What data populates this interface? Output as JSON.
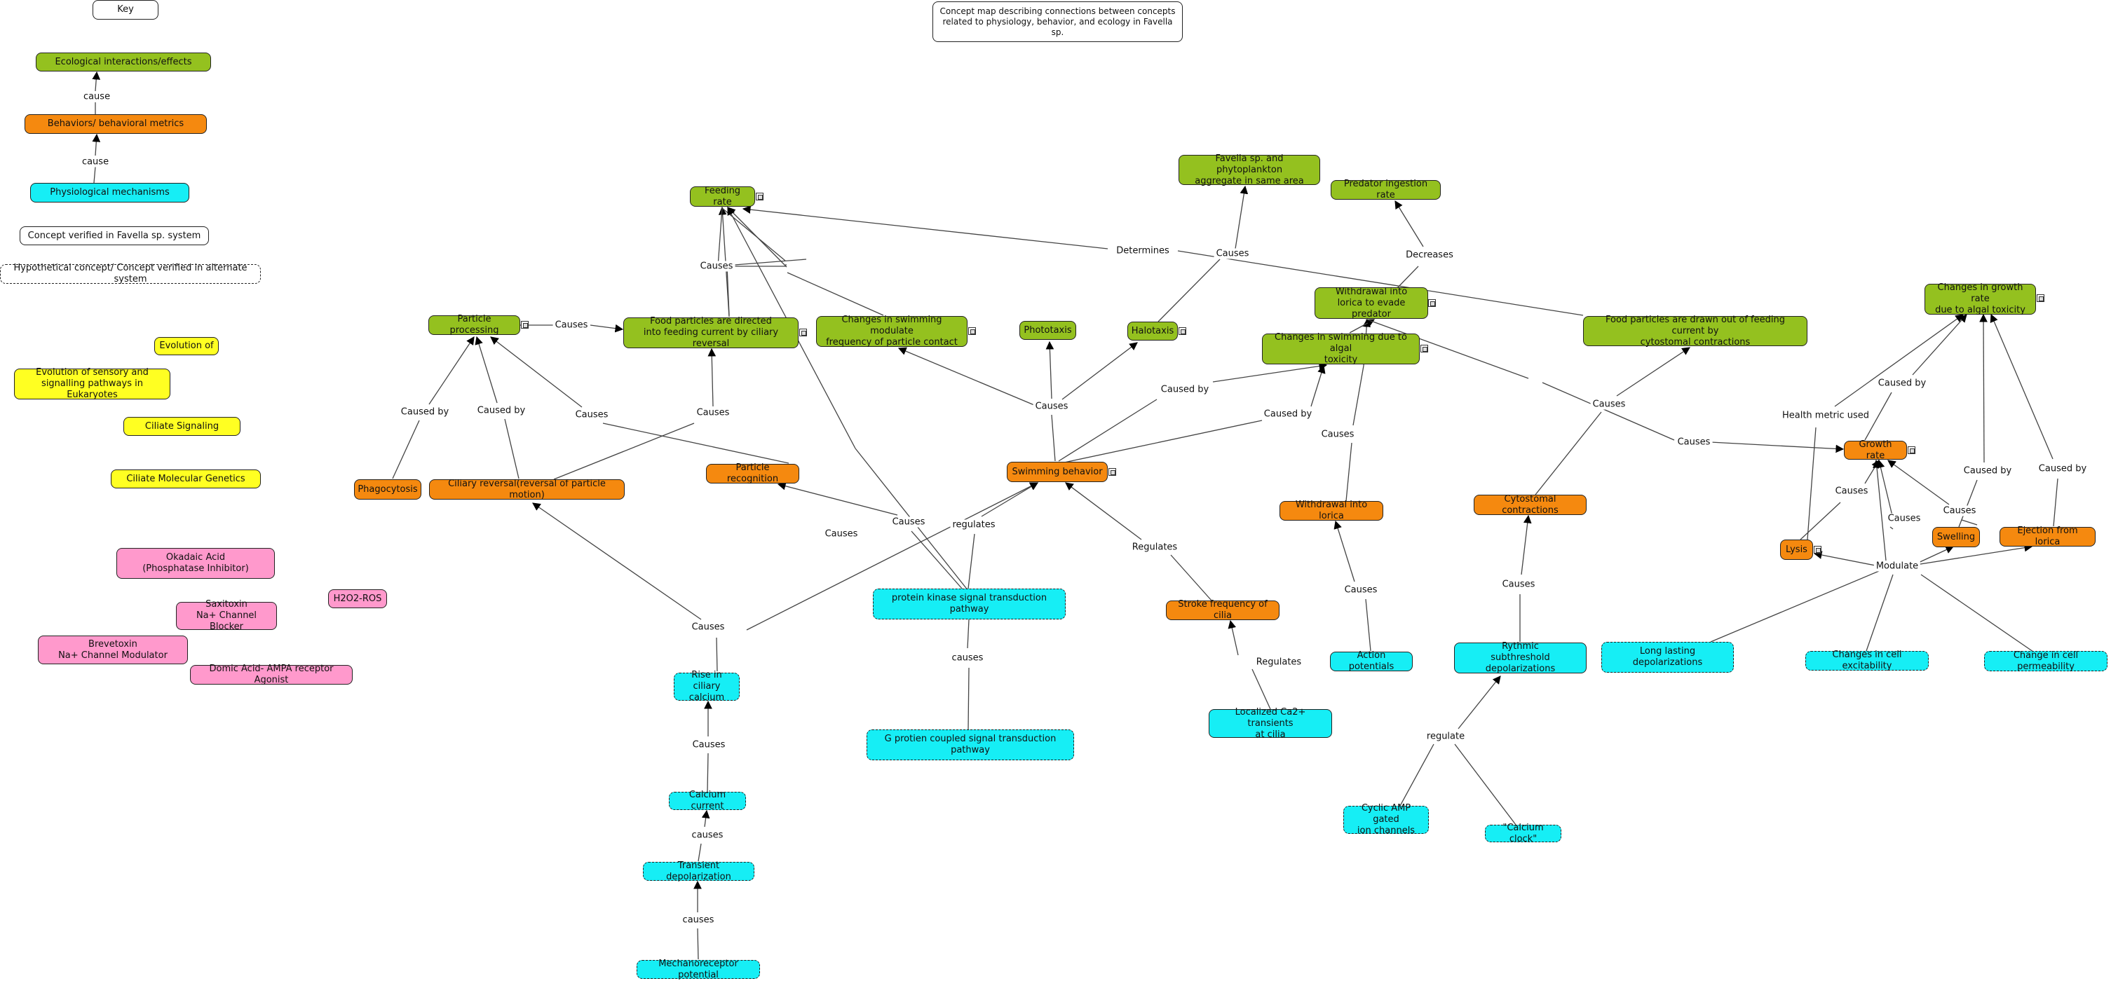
{
  "title": "Concept map describing connections between concepts related to physiology, behavior, and ecology in Favella sp.",
  "colors": {
    "ecological": "#94c11f",
    "behavioral": "#f5890f",
    "physiological": "#16eef5",
    "evolution": "#ffff22",
    "toxin": "#ff99cc",
    "line": "#444444"
  },
  "key": {
    "label": "Key",
    "ecological": "Ecological interactions/effects",
    "behavioral": "Behaviors/ behavioral metrics",
    "physiological": "Physiological mechanisms",
    "verified": "Concept verified in Favella sp. system",
    "hypothetical": "Hypothetical concept/ Concept verified in alternate system",
    "cause_upper": "cause",
    "cause_lower": "cause"
  },
  "evolution": {
    "evolution_of": "Evolution of",
    "sensory_pathways": "Evolution of sensory and\nsignalling pathways in Eukaryotes",
    "ciliate_signaling": "Ciliate Signaling",
    "ciliate_genetics": "Ciliate Molecular Genetics"
  },
  "toxins": {
    "okadaic": "Okadaic Acid\n(Phosphatase Inhibitor)",
    "saxitoxin": "Saxitoxin\nNa+ Channel Blocker",
    "h2o2": "H2O2-ROS",
    "brevetoxin": "Brevetoxin\nNa+ Channel Modulator",
    "domoic": "Domic Acid- AMPA receptor Agonist"
  },
  "concepts": {
    "feeding_rate": "Feeding rate",
    "aggregate": "Favella sp. and phytoplankton\naggregate in same area",
    "predator_rate": "Predator ingestion rate",
    "particle_processing": "Particle processing",
    "food_directed": "Food particles are directed\ninto feeding current by ciliary reversal",
    "swim_modulate": "Changes in swimming modulate\nfrequency of particle contact",
    "phototaxis": "Phototaxis",
    "halotaxis": "Halotaxis",
    "withdrawal_evade": "Withdrawal into\nlorica to evade predator",
    "swim_algal": "Changes in swimming due to algal\ntoxicity",
    "food_drawn_out": "Food particles are drawn out of feeding current by\ncytostomal contractions",
    "growth_algal": "Changes in growth rate\ndue to algal toxicity",
    "phagocytosis": "Phagocytosis",
    "ciliary_reversal": "Ciliary reversal(reversal of particle motion)",
    "particle_recognition": "Particle recognition",
    "swimming_behavior": "Swimming behavior",
    "withdrawal_lorica": "Withdrawal into lorica",
    "cytostomal": "Cytostomal contractions",
    "growth_rate": "Growth rate",
    "lysis": "Lysis",
    "swelling": "Swelling",
    "ejection": "Ejection from lorica",
    "pk_pathway": "protein kinase signal transduction pathway",
    "stroke_freq": "Stroke frequency of cilia",
    "rise_calcium": "Rise in ciliary\ncalcium",
    "g_protein": "G protien coupled signal transduction pathway",
    "action_potentials": "Action potentials",
    "rhythmic": "Rythmic\nsubthreshold depolarizations",
    "long_depol": "Long lasting depolarizations",
    "excitability": "Changes in cell excitability",
    "permeability": "Change in cell permeability",
    "localized_ca": "Localized Ca2+ transients\nat cilia",
    "calcium_current": "Calcium current",
    "transient_depol": "Transient depolarization",
    "mechanoreceptor": "Mechanoreceptor potential",
    "camp": "Cyclic AMP gated\nion channels",
    "calcium_clock": "\"Calcium clock\""
  },
  "link_labels": {
    "causes_feeding": "Causes",
    "determines": "Determines",
    "causes_halo": "Causes",
    "decreases": "Decreases",
    "causes_pp": "Causes",
    "causes_swim": "Causes",
    "caused_by_1": "Caused by",
    "caused_by_2": "Caused by",
    "causes_recog": "Causes",
    "causes_fd": "Causes",
    "caused_by_3": "Caused by",
    "caused_by_4": "Caused by",
    "causes_wl": "Causes",
    "causes_cyto_up": "Causes",
    "causes_growth": "Causes",
    "health_metric": "Health metric used",
    "caused_by_5": "Caused by",
    "caused_by_6": "Caused by",
    "caused_by_7": "Caused by",
    "causes_lysis": "Causes",
    "causes_swell": "Causes",
    "causes_eject": "Causes",
    "modulate": "Modulate",
    "causes_pk1": "Causes",
    "regulates_pk": "regulates",
    "causes_pk2": "Causes",
    "regulates_stroke": "Regulates",
    "causes_ap": "Causes",
    "causes_rhythm": "Causes",
    "causes_rise": "Causes",
    "causes_gp": "causes",
    "regulates_loc": "Regulates",
    "causes_cc": "Causes",
    "causes_td": "causes",
    "causes_mech": "causes",
    "regulate_rh": "regulate"
  }
}
